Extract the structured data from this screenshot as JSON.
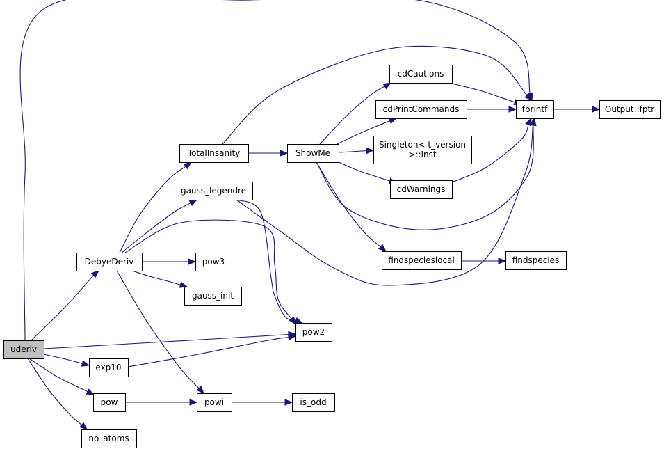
{
  "nodes": [
    {
      "id": "uderiv",
      "label": [
        "uderiv"
      ],
      "root": true
    },
    {
      "id": "DebyeDeriv",
      "label": [
        "DebyeDeriv"
      ]
    },
    {
      "id": "TotalInsanity",
      "label": [
        "TotalInsanity"
      ]
    },
    {
      "id": "gauss_legendre",
      "label": [
        "gauss_legendre"
      ]
    },
    {
      "id": "pow3",
      "label": [
        "pow3"
      ]
    },
    {
      "id": "gauss_init",
      "label": [
        "gauss_init"
      ]
    },
    {
      "id": "pow2",
      "label": [
        "pow2"
      ]
    },
    {
      "id": "exp10",
      "label": [
        "exp10"
      ]
    },
    {
      "id": "pow",
      "label": [
        "pow"
      ]
    },
    {
      "id": "powi",
      "label": [
        "powi"
      ]
    },
    {
      "id": "is_odd",
      "label": [
        "is_odd"
      ]
    },
    {
      "id": "no_atoms",
      "label": [
        "no_atoms"
      ]
    },
    {
      "id": "ShowMe",
      "label": [
        "ShowMe"
      ]
    },
    {
      "id": "cdCautions",
      "label": [
        "cdCautions"
      ]
    },
    {
      "id": "cdPrintCommands",
      "label": [
        "cdPrintCommands"
      ]
    },
    {
      "id": "Singleton",
      "label": [
        "Singleton< t_version",
        ">::Inst"
      ]
    },
    {
      "id": "cdWarnings",
      "label": [
        "cdWarnings"
      ]
    },
    {
      "id": "findspecieslocal",
      "label": [
        "findspecieslocal"
      ]
    },
    {
      "id": "findspecies",
      "label": [
        "findspecies"
      ]
    },
    {
      "id": "fprintf",
      "label": [
        "fprintf"
      ]
    },
    {
      "id": "Output_fptr",
      "label": [
        "Output::fptr"
      ]
    }
  ],
  "edges": [
    {
      "from": "uderiv",
      "to": "fprintf"
    },
    {
      "from": "uderiv",
      "to": "DebyeDeriv"
    },
    {
      "from": "uderiv",
      "to": "pow2"
    },
    {
      "from": "uderiv",
      "to": "exp10"
    },
    {
      "from": "uderiv",
      "to": "pow"
    },
    {
      "from": "uderiv",
      "to": "no_atoms"
    },
    {
      "from": "DebyeDeriv",
      "to": "TotalInsanity"
    },
    {
      "from": "DebyeDeriv",
      "to": "gauss_legendre"
    },
    {
      "from": "DebyeDeriv",
      "to": "pow2"
    },
    {
      "from": "DebyeDeriv",
      "to": "pow3"
    },
    {
      "from": "DebyeDeriv",
      "to": "gauss_init"
    },
    {
      "from": "DebyeDeriv",
      "to": "powi"
    },
    {
      "from": "TotalInsanity",
      "to": "fprintf"
    },
    {
      "from": "TotalInsanity",
      "to": "ShowMe"
    },
    {
      "from": "gauss_legendre",
      "to": "fprintf"
    },
    {
      "from": "gauss_legendre",
      "to": "pow2"
    },
    {
      "from": "exp10",
      "to": "pow2"
    },
    {
      "from": "pow",
      "to": "powi"
    },
    {
      "from": "powi",
      "to": "is_odd"
    },
    {
      "from": "ShowMe",
      "to": "cdCautions"
    },
    {
      "from": "ShowMe",
      "to": "cdPrintCommands"
    },
    {
      "from": "ShowMe",
      "to": "Singleton"
    },
    {
      "from": "ShowMe",
      "to": "cdWarnings"
    },
    {
      "from": "ShowMe",
      "to": "fprintf"
    },
    {
      "from": "ShowMe",
      "to": "findspecieslocal"
    },
    {
      "from": "cdCautions",
      "to": "fprintf"
    },
    {
      "from": "cdPrintCommands",
      "to": "fprintf"
    },
    {
      "from": "cdWarnings",
      "to": "fprintf"
    },
    {
      "from": "findspecieslocal",
      "to": "findspecies"
    },
    {
      "from": "fprintf",
      "to": "Output_fptr"
    }
  ]
}
